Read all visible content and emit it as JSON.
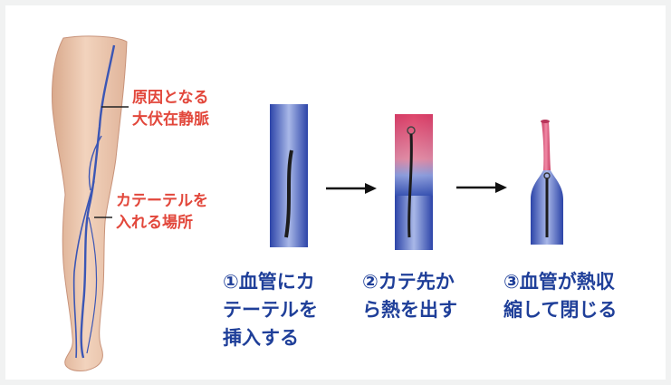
{
  "leg_labels": {
    "varicose_vein": [
      "原因となる",
      "大伏在静脈"
    ],
    "insertion_site": [
      "カテーテルを",
      "入れる場所"
    ]
  },
  "steps": [
    {
      "lines": [
        "①血管にカ",
        "テーテルを",
        "挿入する"
      ]
    },
    {
      "lines": [
        "②カテ先か",
        "ら熱を出す"
      ]
    },
    {
      "lines": [
        "③血管が熱収",
        "縮して閉じる"
      ]
    }
  ],
  "colors": {
    "label_red": "#e2473b",
    "step_blue": "#1f3f99",
    "vein_blue": "#3b56b5",
    "heat_pink": "#d9486f"
  }
}
